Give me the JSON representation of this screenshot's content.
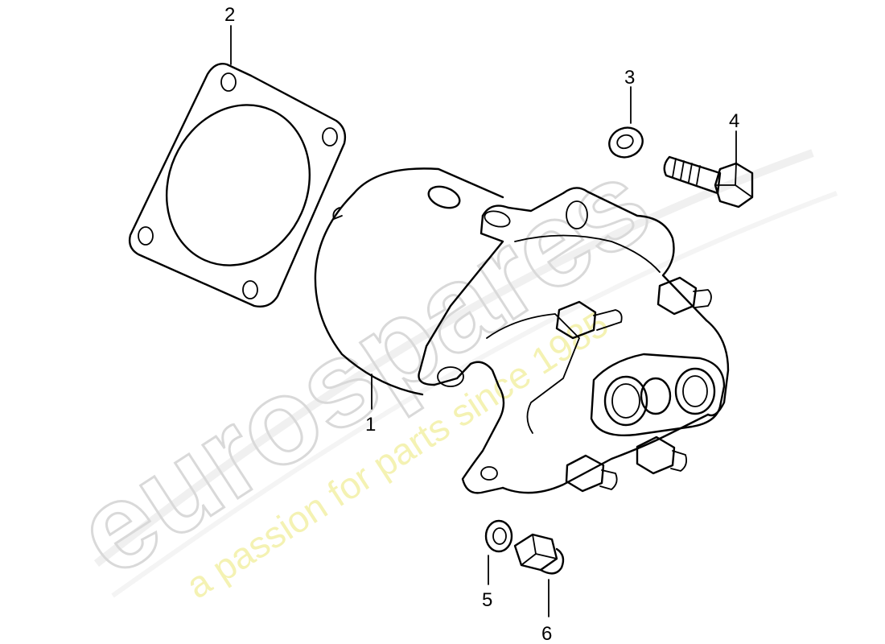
{
  "watermark": {
    "brand": "eurospares",
    "tagline": "a passion for parts since 1985",
    "brand_color": "#d9d9d9",
    "tagline_color": "#f1ee9a"
  },
  "callouts": [
    {
      "id": "1",
      "label": "1"
    },
    {
      "id": "2",
      "label": "2"
    },
    {
      "id": "3",
      "label": "3"
    },
    {
      "id": "4",
      "label": "4"
    },
    {
      "id": "5",
      "label": "5"
    },
    {
      "id": "6",
      "label": "6"
    }
  ]
}
